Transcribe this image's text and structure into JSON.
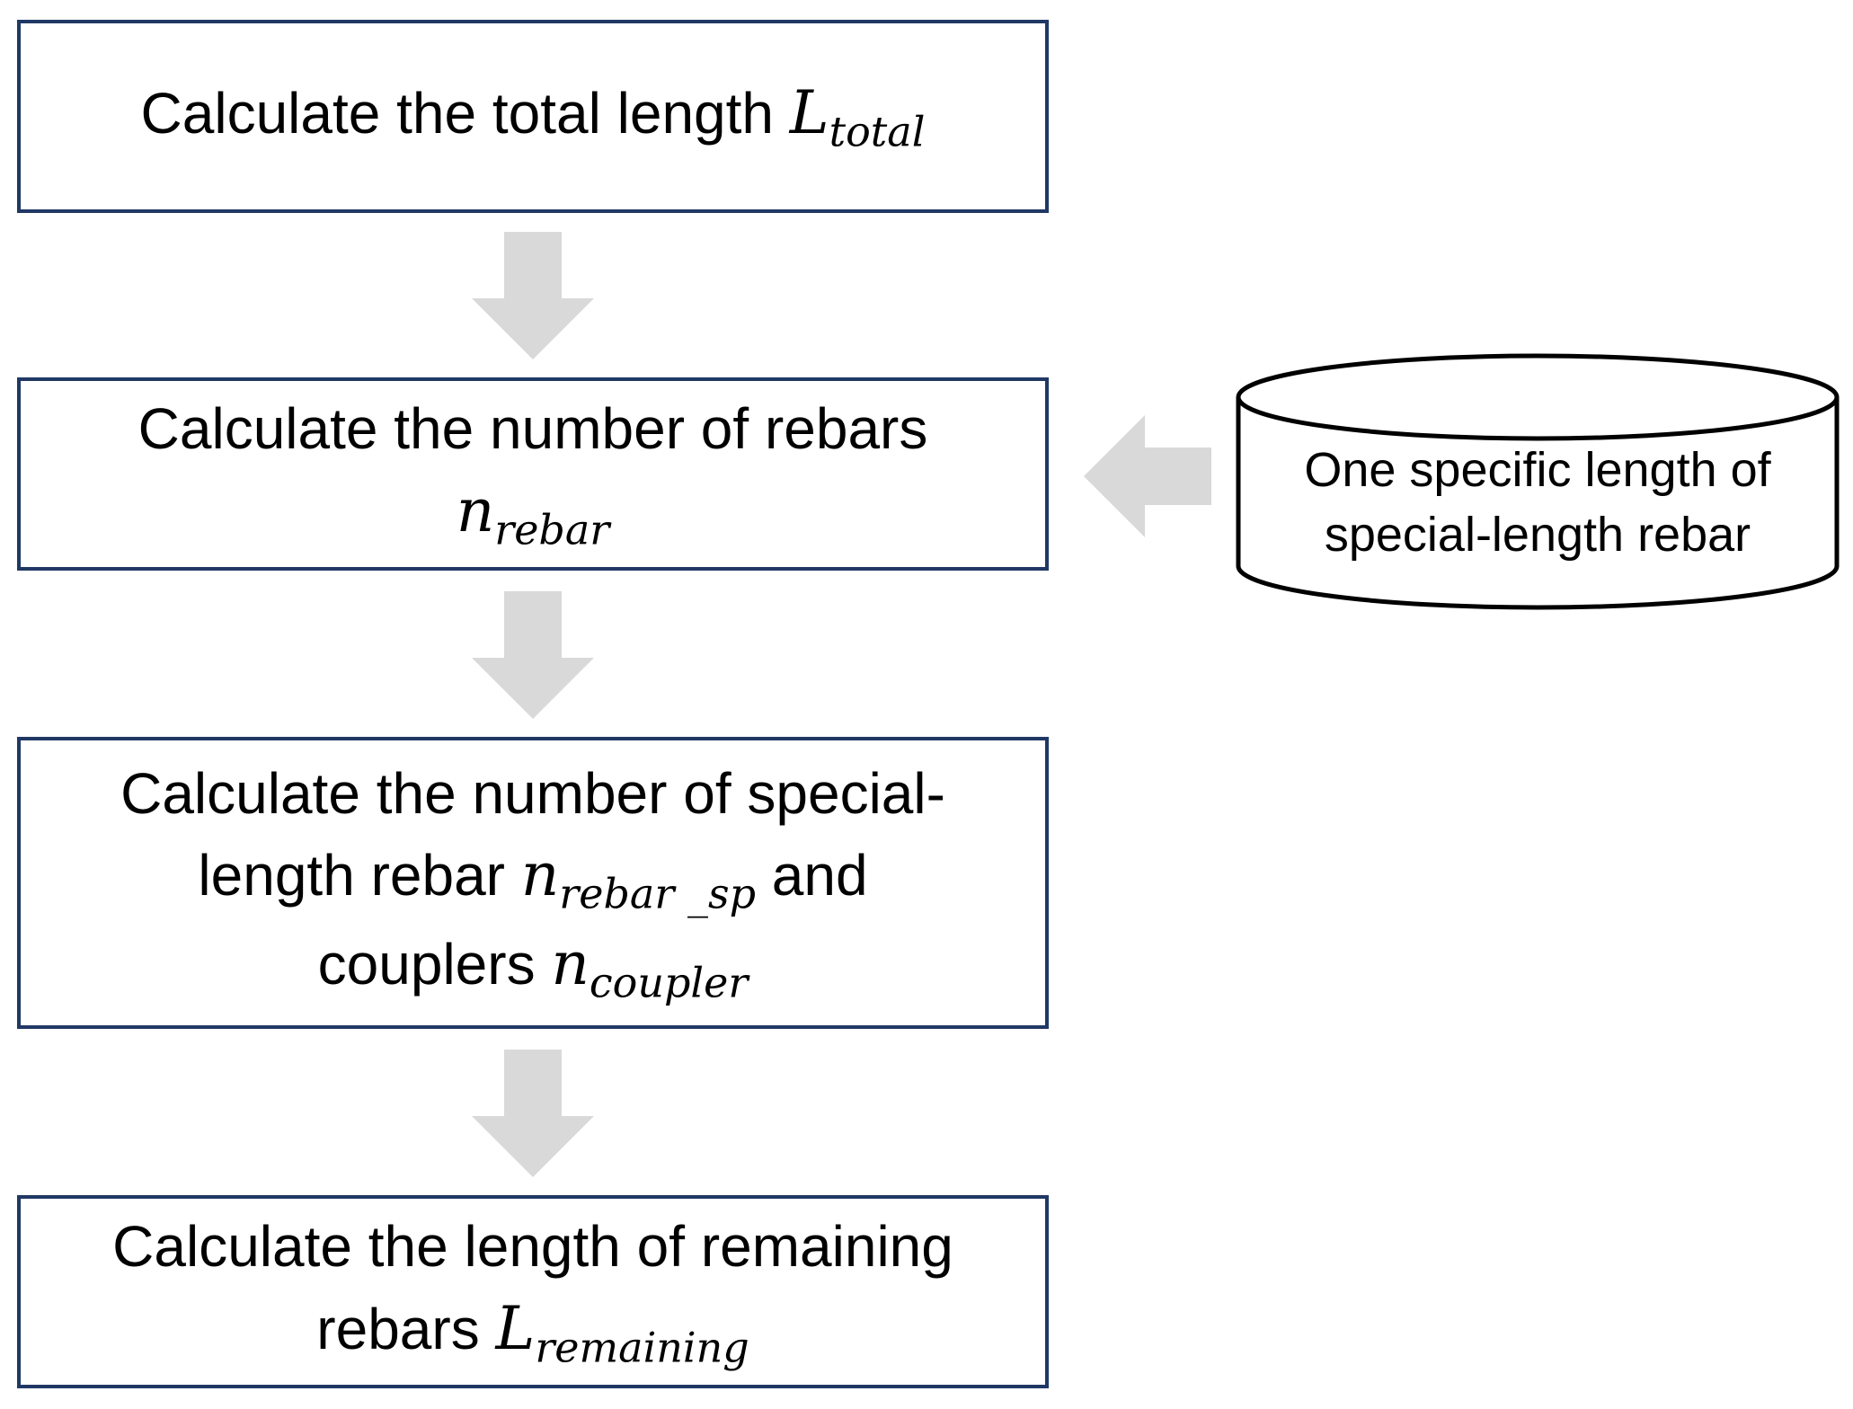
{
  "steps": [
    {
      "text": "Calculate the total length ",
      "var": "L",
      "sub": "total"
    },
    {
      "text": "Calculate the number of rebars",
      "var": "n",
      "sub": "rebar"
    },
    {
      "line1": "Calculate the number of special-",
      "line2_prefix": "length rebar ",
      "var1": "n",
      "sub1": "rebar _sp",
      "line2_suffix": " and",
      "line3_prefix": "couplers ",
      "var2": "n",
      "sub2": "coupler"
    },
    {
      "line1": "Calculate the length of remaining",
      "line2_prefix": "rebars ",
      "var": "L",
      "sub": "remaining"
    }
  ],
  "database": {
    "line1": "One specific length of",
    "line2": "special-length rebar"
  },
  "colors": {
    "box_border": "#203864",
    "arrow_fill": "#d9d9d9",
    "cylinder_stroke": "#000000"
  }
}
